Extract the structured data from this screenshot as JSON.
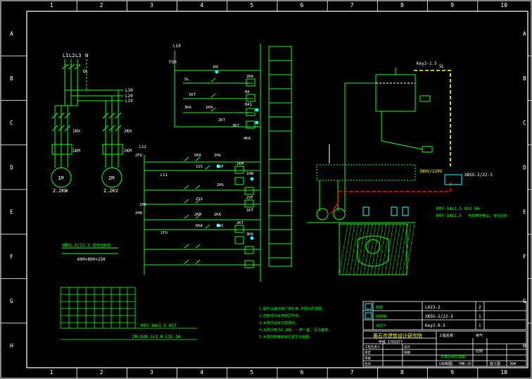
{
  "border": {
    "cols": [
      "1",
      "2",
      "3",
      "4",
      "5",
      "6",
      "7",
      "8",
      "9",
      "10"
    ],
    "rows": [
      "A",
      "B",
      "C",
      "D",
      "E",
      "F",
      "G",
      "H"
    ]
  },
  "power": {
    "phases": [
      "L1",
      "L2",
      "L3",
      "N"
    ],
    "bus": [
      "L30",
      "L20",
      "L10"
    ],
    "qf": "QL",
    "motor1": {
      "name": "1M",
      "rating": "2.2KW",
      "km": "1KM",
      "ft": "1KH"
    },
    "motor2": {
      "name": "2M",
      "rating": "2.2KV",
      "km": "2KM",
      "ft": "2KH"
    },
    "cabinet_label": "XBSG-2/22-3",
    "cabinet_desc": "配电控制柜",
    "cabinet_size": "600×800×250"
  },
  "control": {
    "supply": "L10",
    "fu": "FU0",
    "hv": "HV",
    "labels": [
      "SL",
      "2KA",
      "1KT",
      "3KA",
      "1KH",
      "2KT",
      "3KT",
      "4KA",
      "5KA",
      "1HG",
      "1SS",
      "1SF",
      "1KM",
      "2HG",
      "2SS",
      "2SF",
      "2KM",
      "2KA",
      "6KA",
      "SAC",
      "2KT",
      "1KT",
      "L11",
      "1FU",
      "L12",
      "2FU",
      "1HR",
      "2HR",
      "1HW",
      "3KA",
      "HA",
      "HA1"
    ]
  },
  "cable_table": {
    "cable": "KVV-14x1.5 G32",
    "line": "ZR-BVR-3x1.0 G15 DA"
  },
  "notes": [
    "1.图中设备均按厂家标准,本图为原理图。",
    "2.控制线均采用铜芯导线。",
    "3.水泵均设有过载保护。",
    "4.水泵功率为2.2KW, 一用一备, 互为备用。",
    "5.水泵控制箱安装位置见平面图。"
  ],
  "pump": {
    "tank_label": "Key2-1.5",
    "sl": "SL",
    "power_label": "380V/220V",
    "box_label": "XBSG-2/22-3",
    "cable1": "KVV-14x1.5 G32 DA",
    "cable2": "KVV-14x1.5",
    "cable_note": "电缆穿管敷设, 管径另定"
  },
  "equipment": [
    {
      "sym": "LA23-2",
      "qty": "2",
      "name": "按钮"
    },
    {
      "sym": "XBSG-2/22-3",
      "qty": "1",
      "name": "控制箱"
    },
    {
      "sym": "Key2-0.5",
      "qty": "1",
      "name": "液位计"
    }
  ],
  "title_block": {
    "org": "黄石市建筑设计研究院",
    "cert": "甲级 1701077",
    "project": "工程名称",
    "drawing": "水泵控制原理图",
    "scale": "比例",
    "stage": "施工图",
    "no": "YBK-25",
    "sheet": "36#",
    "rows": [
      "工程负责人",
      "审定",
      "审核",
      "校对",
      "设计",
      "制图"
    ],
    "spec": "电气",
    "cad": "CAD制图"
  }
}
